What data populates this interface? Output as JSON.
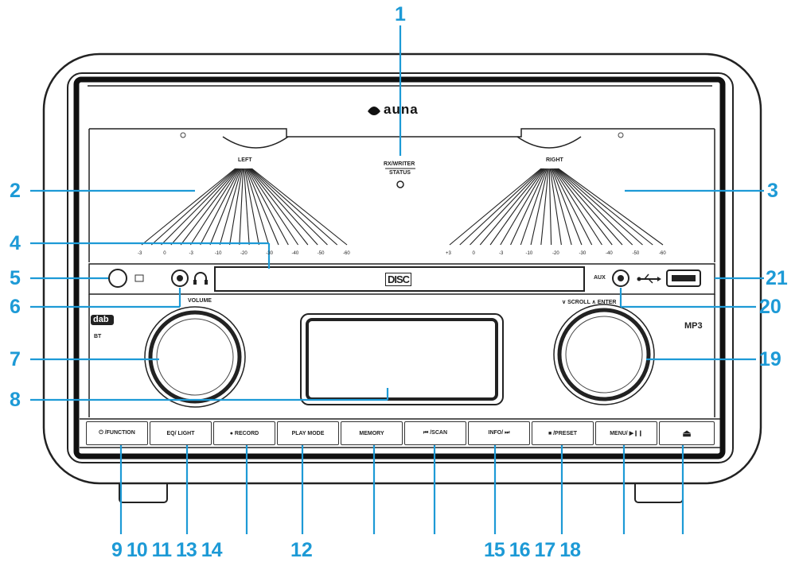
{
  "brand": {
    "logo_text": "auna"
  },
  "meters": {
    "left_label": "LEFT",
    "right_label": "RIGHT",
    "scale": [
      "+3",
      "0",
      "-3",
      "-10",
      "-20",
      "-30",
      "-40",
      "-50",
      "-60"
    ],
    "left_scale": [
      "-3",
      "0",
      "-3",
      "-10",
      "-20",
      "-30",
      "-40",
      "-50",
      "-60"
    ]
  },
  "status": {
    "line1": "RX/WRITER",
    "line2": "STATUS"
  },
  "panel_labels": {
    "volume": "VOLUME",
    "dab_badge": "dab",
    "bt": "BT",
    "aux": "AUX",
    "scroll_enter": "∨ SCROLL ∧ ENTER",
    "mp3": "MP3",
    "disc_logo": "DISC"
  },
  "buttons": [
    {
      "id": "function",
      "label": "⏻ /FUNCTION"
    },
    {
      "id": "eq-light",
      "label": "EQ/ LIGHT"
    },
    {
      "id": "record",
      "label": "● RECORD"
    },
    {
      "id": "play-mode",
      "label": "PLAY MODE"
    },
    {
      "id": "memory",
      "label": "MEMORY"
    },
    {
      "id": "prev-scan",
      "label": "⏮ /SCAN"
    },
    {
      "id": "info-next",
      "label": "INFO/ ⏭"
    },
    {
      "id": "stop-preset",
      "label": "■ /PRESET"
    },
    {
      "id": "menu-play",
      "label": "MENU/ ▶❙❙"
    },
    {
      "id": "eject",
      "label": "⏏"
    }
  ],
  "callouts": {
    "c1": "1",
    "c2": "2",
    "c3": "3",
    "c4": "4",
    "c5": "5",
    "c6": "6",
    "c7": "7",
    "c8": "8",
    "c19": "19",
    "c20": "20",
    "c21": "21",
    "bottom_left": "9 10 11 13 14",
    "bottom_mid": "12",
    "bottom_right": "15 16 17 18"
  },
  "colors": {
    "callout": "#1d9ad6",
    "outline": "#222222"
  }
}
